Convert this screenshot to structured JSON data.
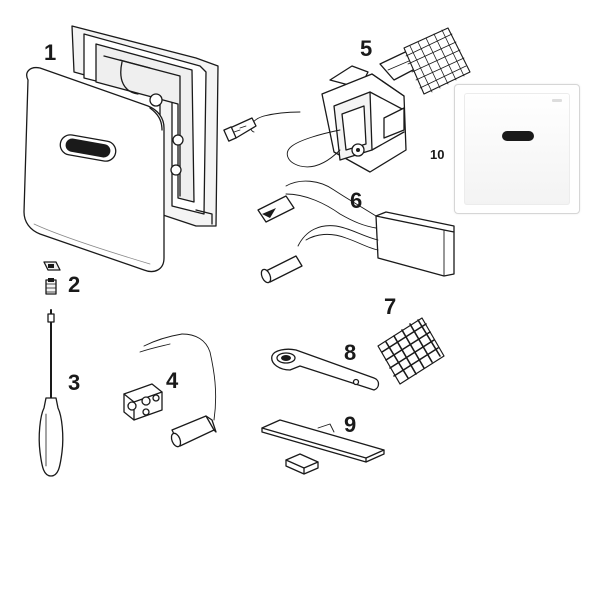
{
  "diagram": {
    "part_labels": {
      "cover_plate": "1",
      "fixing_screw": "2",
      "screwdriver": "3",
      "terminal_block": "4",
      "solenoid_valve": "5",
      "control_electronics": "6",
      "strainer": "7",
      "key": "8",
      "mounting_template": "9",
      "product_photo": "10"
    }
  }
}
